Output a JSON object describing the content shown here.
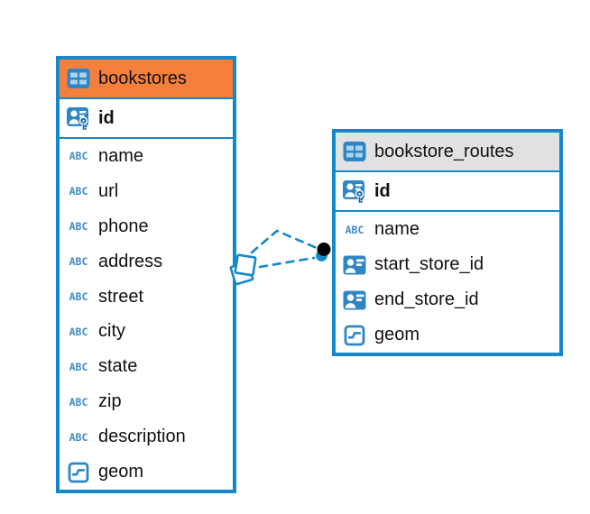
{
  "diagram": {
    "abc_label": "ABC",
    "colors": {
      "accent_blue": "#1588C9",
      "icon_blue": "#2E86C5",
      "icon_cell_blue": "#A9D3EF",
      "icon_key_dark_blue": "#0E62A6",
      "bookstores_header": "#F5803E",
      "routes_header": "#E2E2E2",
      "text": "#111111",
      "connector": "#1588C9",
      "connector_dot": "#000000",
      "background": "#FFFFFF"
    },
    "tables": [
      {
        "name": "bookstores",
        "header_color": "#F5803E",
        "columns": [
          {
            "name": "id",
            "type": "pk",
            "icon": "person-key-icon"
          },
          {
            "name": "name",
            "type": "text",
            "icon": "abc-icon"
          },
          {
            "name": "url",
            "type": "text",
            "icon": "abc-icon"
          },
          {
            "name": "phone",
            "type": "text",
            "icon": "abc-icon"
          },
          {
            "name": "address",
            "type": "text",
            "icon": "abc-icon"
          },
          {
            "name": "street",
            "type": "text",
            "icon": "abc-icon"
          },
          {
            "name": "city",
            "type": "text",
            "icon": "abc-icon"
          },
          {
            "name": "state",
            "type": "text",
            "icon": "abc-icon"
          },
          {
            "name": "zip",
            "type": "text",
            "icon": "abc-icon"
          },
          {
            "name": "description",
            "type": "text",
            "icon": "abc-icon"
          },
          {
            "name": "geom",
            "type": "geometry",
            "icon": "geometry-icon"
          }
        ]
      },
      {
        "name": "bookstore_routes",
        "header_color": "#E2E2E2",
        "columns": [
          {
            "name": "id",
            "type": "pk",
            "icon": "person-key-icon"
          },
          {
            "name": "name",
            "type": "text",
            "icon": "abc-icon"
          },
          {
            "name": "start_store_id",
            "type": "fk",
            "icon": "person-card-icon"
          },
          {
            "name": "end_store_id",
            "type": "fk",
            "icon": "person-card-icon"
          },
          {
            "name": "geom",
            "type": "geometry",
            "icon": "geometry-icon"
          }
        ]
      }
    ],
    "relations": [
      {
        "from": "bookstore_routes.start_store_id",
        "to": "bookstores.id",
        "style": "dashed"
      },
      {
        "from": "bookstore_routes.end_store_id",
        "to": "bookstores.id",
        "style": "dashed"
      }
    ]
  }
}
